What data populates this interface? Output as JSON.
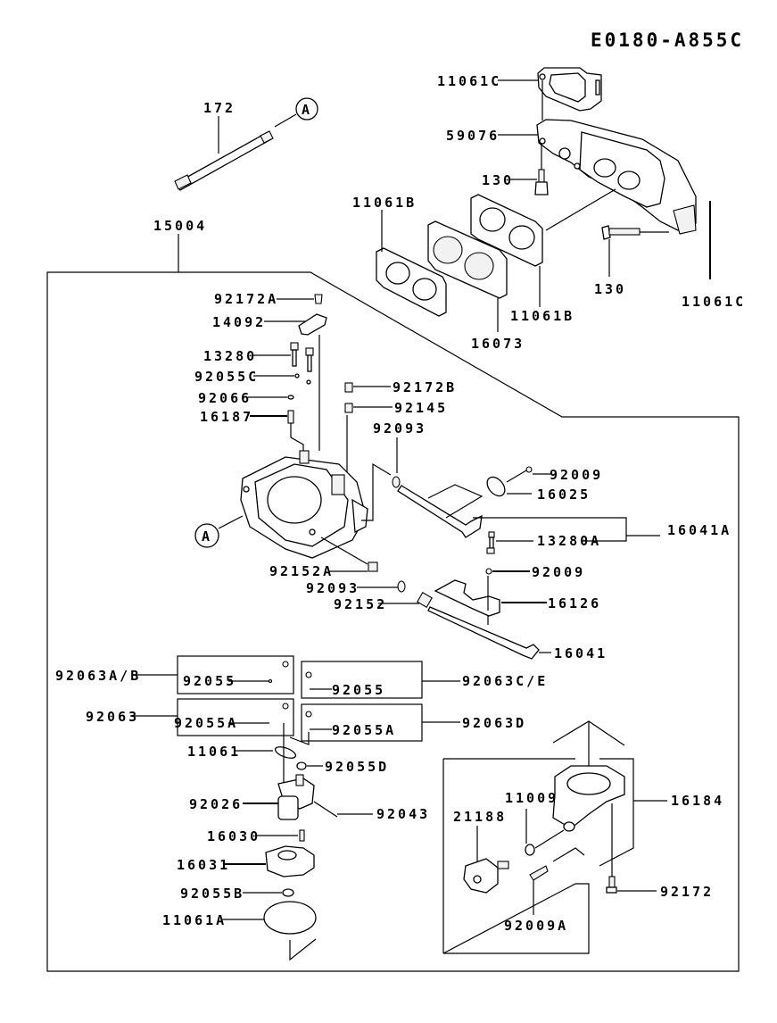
{
  "diagram": {
    "code": "E0180-A855C",
    "reference_marker": "A",
    "labels": {
      "l_11061C_top": "11061C",
      "l_59076": "59076",
      "l_130_a": "130",
      "l_11061B_left": "11061B",
      "l_130_b": "130",
      "l_11061C_right": "11061C",
      "l_11061B_right": "11061B",
      "l_16073": "16073",
      "l_172": "172",
      "l_15004": "15004",
      "l_92172A": "92172A",
      "l_14092": "14092",
      "l_13280": "13280",
      "l_92055C": "92055C",
      "l_92066": "92066",
      "l_16187": "16187",
      "l_92172B": "92172B",
      "l_92145": "92145",
      "l_92093_top": "92093",
      "l_92009_top": "92009",
      "l_16025": "16025",
      "l_16041A": "16041A",
      "l_13280A": "13280A",
      "l_92152A": "92152A",
      "l_92009_mid": "92009",
      "l_92093_bot": "92093",
      "l_16126": "16126",
      "l_92152": "92152",
      "l_16041": "16041",
      "l_92063AB": "92063A/B",
      "l_92055_box1": "92055",
      "l_92055_box2": "92055",
      "l_92063CE": "92063C/E",
      "l_92063": "92063",
      "l_92055A_box3": "92055A",
      "l_92055A_box4": "92055A",
      "l_92063D": "92063D",
      "l_11061": "11061",
      "l_92055D": "92055D",
      "l_92026": "92026",
      "l_92043": "92043",
      "l_16030": "16030",
      "l_16031": "16031",
      "l_92055B": "92055B",
      "l_11061A": "11061A",
      "l_21188": "21188",
      "l_11009": "11009",
      "l_16184": "16184",
      "l_92172": "92172",
      "l_92009A": "92009A"
    }
  }
}
